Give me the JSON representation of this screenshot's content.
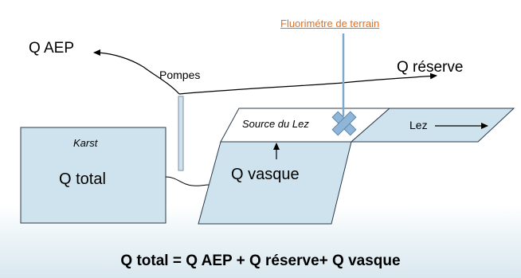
{
  "labels": {
    "q_aep": "Q AEP",
    "pompes": "Pompes",
    "fluorimetre": "Fluorimétre de terrain",
    "q_reserve": "Q réserve",
    "source_du_lez": "Source du Lez",
    "lez": "Lez",
    "karst": "Karst",
    "q_total": "Q total",
    "q_vasque": "Q vasque"
  },
  "formula": "Q total = Q AEP + Q réserve+ Q vasque",
  "colors": {
    "box_fill": "#cfe3ef",
    "box_stroke": "#2b3b4a",
    "pipe_fill": "#cfe3ef",
    "probe_line": "#7fa9c9",
    "cross_fill": "#8fb6d8",
    "fluorimetre_text": "#e07020"
  },
  "icons": {
    "probe_marker": "x-cross-icon",
    "lez_arrow": "arrow-right-icon"
  }
}
